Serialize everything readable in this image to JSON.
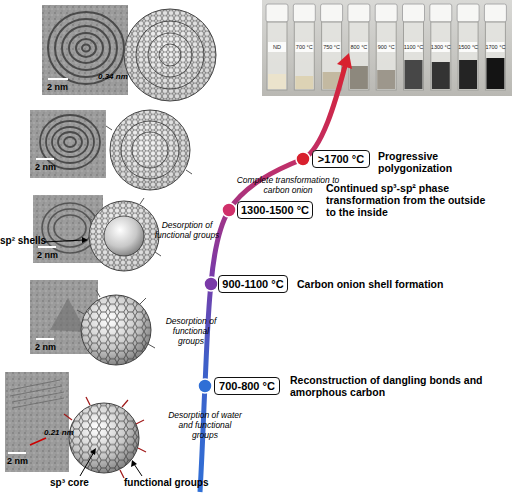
{
  "diagram": {
    "nodes": [
      {
        "text": [
          ">1700 °C"
        ]
      },
      {
        "text": [
          "1300-1500 °C"
        ]
      },
      {
        "text": [
          "900-1100 °C"
        ]
      },
      {
        "text": [
          "700-800 °C"
        ]
      }
    ],
    "labels": [
      "ND",
      "700 °C",
      "750 °C",
      "800 °C",
      "900 °C",
      "1100 °C",
      "1300 °C",
      "1500 °C",
      "1700 °C",
      "Progressive polygonization",
      "Complete transformation to carbon onion",
      "Continued sp³-sp² phase transformation from the outside to the inside",
      "Desorption of functional groups",
      "Carbon onion shell formation",
      "Desorption of functional groups",
      "Reconstruction of dangling bonds and amorphous carbon",
      "Desorption of water and functional groups",
      "2 nm",
      "0.34 nm",
      "2 nm",
      "2 nm",
      "sp² shells",
      "2 nm",
      "2 nm",
      "0.21 nm",
      "sp³ core",
      "functional groups"
    ]
  }
}
